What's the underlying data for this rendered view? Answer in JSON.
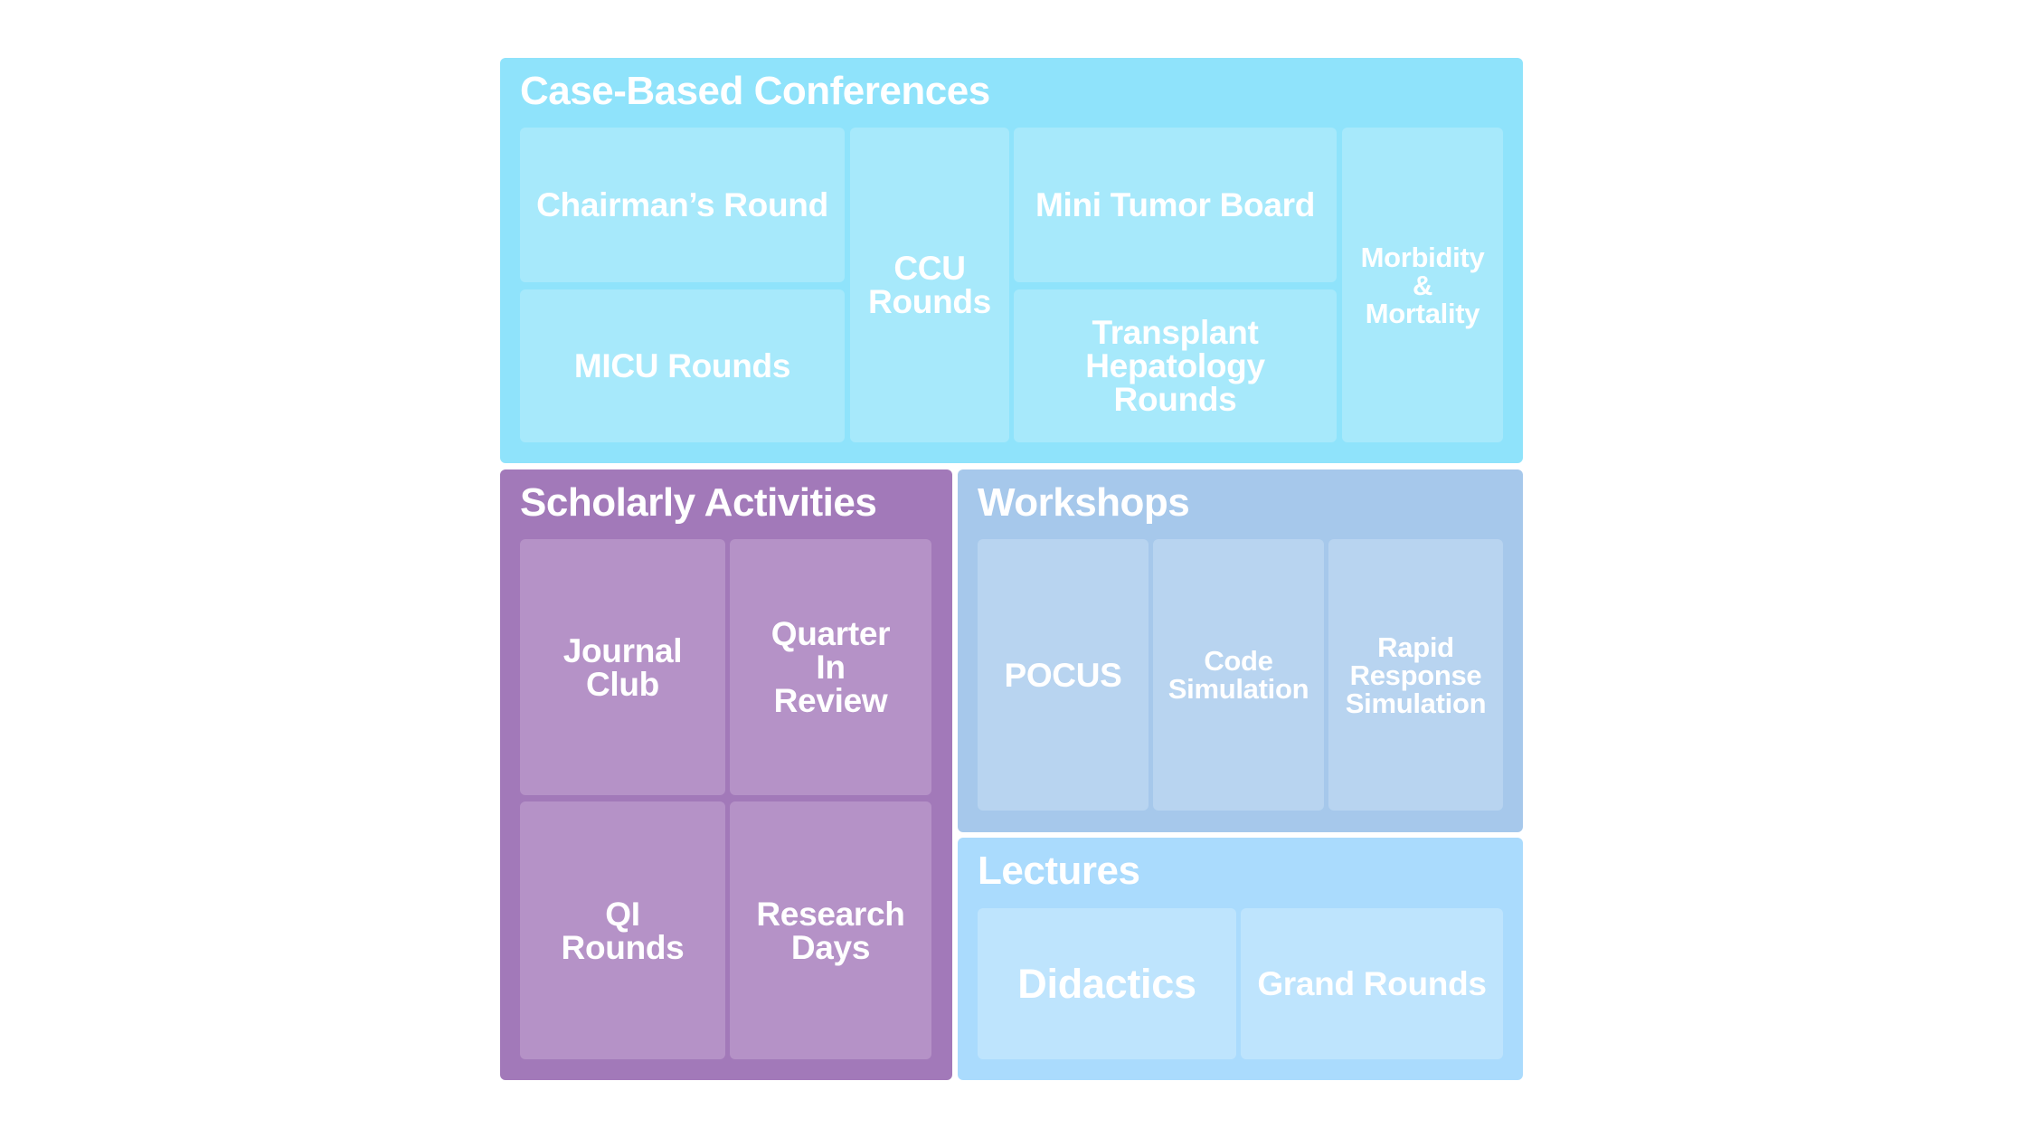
{
  "groups": [
    {
      "name": "Case-Based Conferences",
      "color": "#8fe3fb",
      "items": [
        "Chairman’s Round",
        "MICU Rounds",
        "CCU\nRounds",
        "Mini Tumor Board",
        "Transplant\nHepatology\nRounds",
        "Morbidity\n&\nMortality"
      ]
    },
    {
      "name": "Scholarly Activities",
      "color": "#a279b9",
      "items": [
        "Journal\nClub",
        "Quarter\nIn\nReview",
        "QI\nRounds",
        "Research\nDays"
      ]
    },
    {
      "name": "Workshops",
      "color": "#a6c8eb",
      "items": [
        "POCUS",
        "Code\nSimulation",
        "Rapid\nResponse\nSimulation"
      ]
    },
    {
      "name": "Lectures",
      "color": "#aadbfd",
      "items": [
        "Didactics",
        "Grand Rounds"
      ]
    }
  ]
}
